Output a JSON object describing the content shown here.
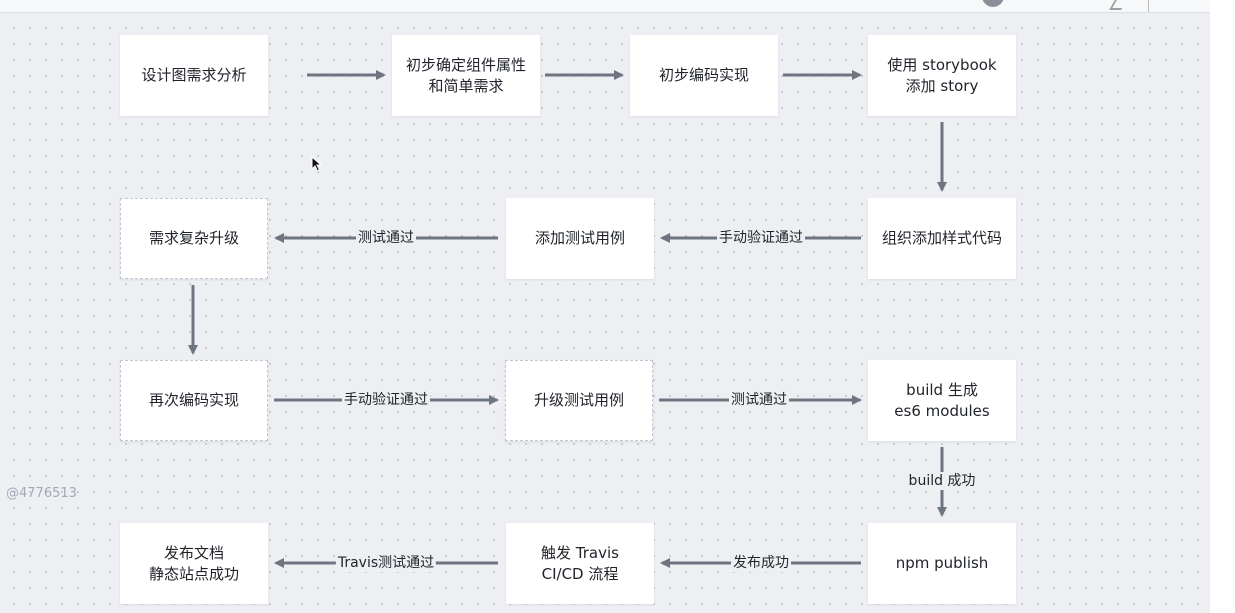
{
  "nodes": {
    "design_analysis": "设计图需求分析",
    "define_props": "初步确定组件属性和简单需求",
    "initial_code": "初步编码实现",
    "storybook_line1": "使用 storybook",
    "storybook_line2": "添加 story",
    "style_code": "组织添加样式代码",
    "add_tests": "添加测试用例",
    "upgrade_req": "需求复杂升级",
    "recode": "再次编码实现",
    "upgrade_tests": "升级测试用例",
    "build_line1": "build 生成",
    "build_line2": "es6 modules",
    "npm_publish": "npm publish",
    "travis_line1": "触发 Travis",
    "travis_line2": "CI/CD 流程",
    "docs_line1": "发布文档",
    "docs_line2": "静态站点成功"
  },
  "edges": {
    "manual_verify_1": "手动验证通过",
    "test_pass_1": "测试通过",
    "manual_verify_2": "手动验证通过",
    "test_pass_2": "测试通过",
    "build_success": "build 成功",
    "publish_success": "发布成功",
    "travis_pass": "Travis测试通过"
  },
  "watermark": "@4776513",
  "colors": {
    "background": "#edeff3",
    "node_fill": "#ffffff",
    "arrow": "#6e7480",
    "dashed_border": "#c3c7cf"
  }
}
